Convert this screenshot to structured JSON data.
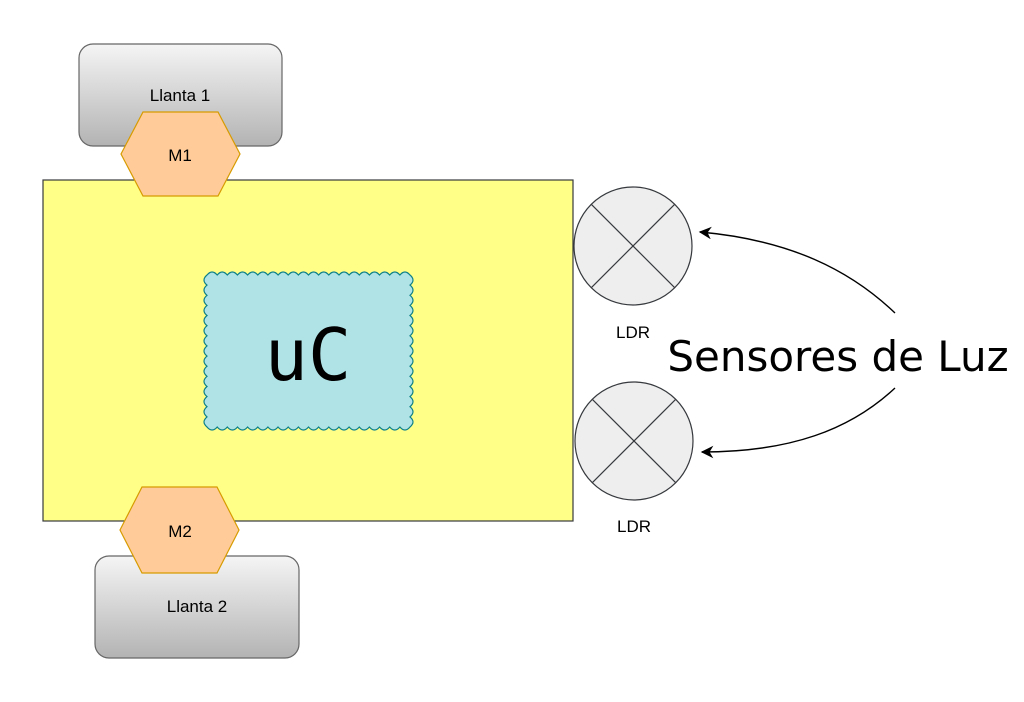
{
  "diagram": {
    "wheels": [
      {
        "label": "Llanta 1"
      },
      {
        "label": "Llanta 2"
      }
    ],
    "motors": [
      {
        "label": "M1"
      },
      {
        "label": "M2"
      }
    ],
    "controller": {
      "label": "uC"
    },
    "sensors": [
      {
        "label": "LDR"
      },
      {
        "label": "LDR"
      }
    ],
    "annotation": {
      "label": "Sensores de Luz"
    }
  },
  "colors": {
    "board_fill": "#ffff88",
    "controller_fill": "#b0e3e6",
    "controller_stroke": "#0e8088",
    "motor_fill": "#ffcc99",
    "motor_stroke": "#d79b00",
    "wheel_gradient_top": "#f5f5f5",
    "wheel_gradient_bottom": "#b3b3b3",
    "sensor_fill": "#eeeeee"
  }
}
